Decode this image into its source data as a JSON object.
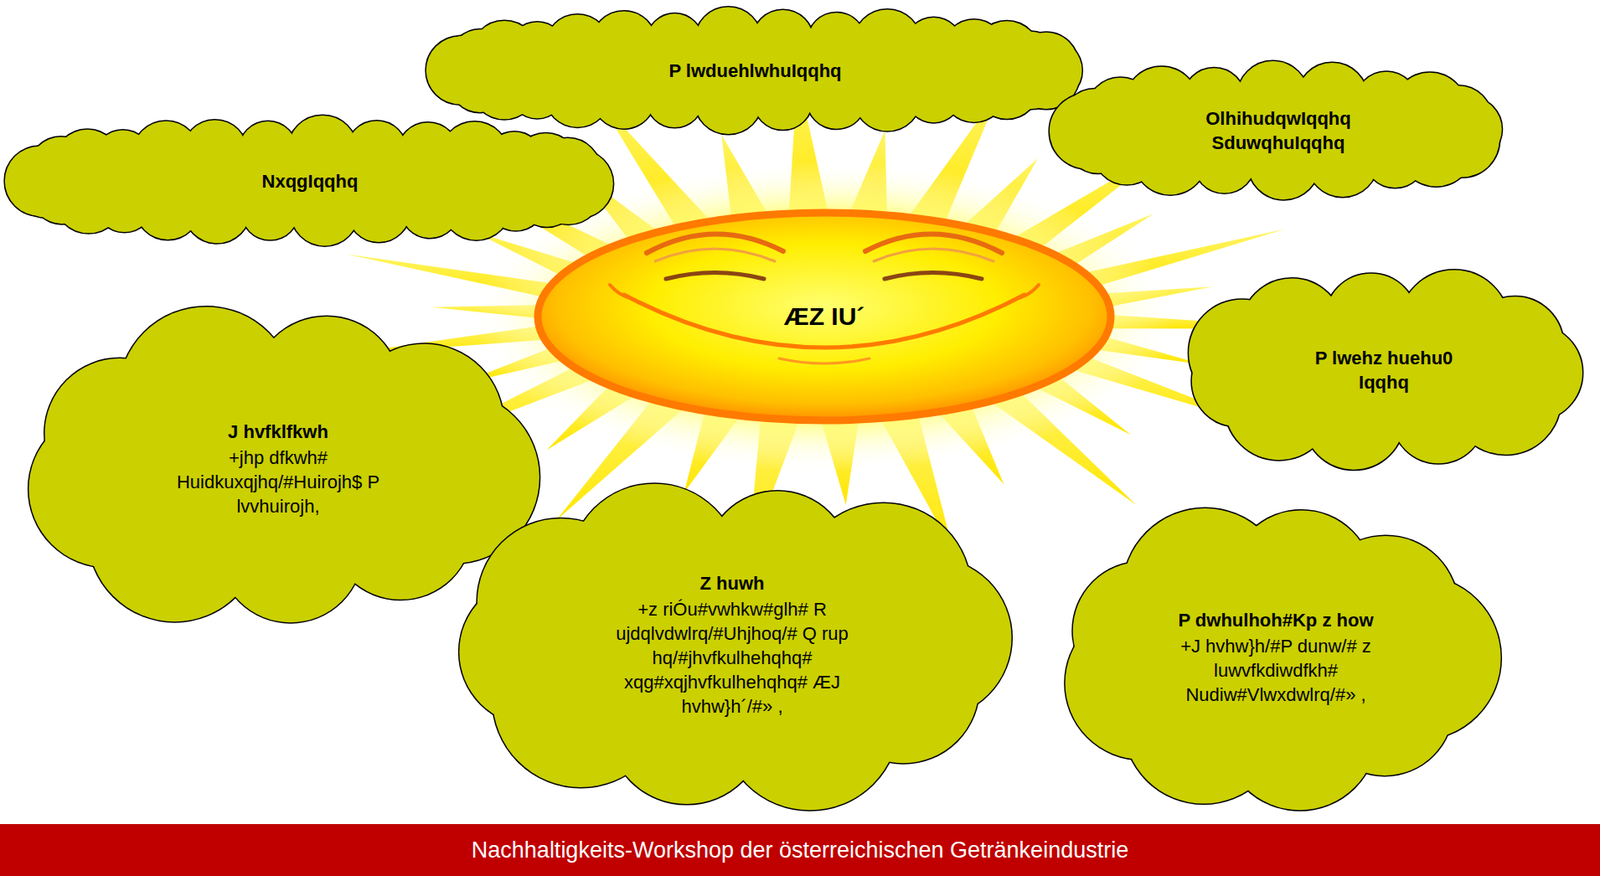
{
  "diagram": {
    "nodes": [
      {
        "text": [
          "P lwduehlwhuIqqhq"
        ]
      },
      {
        "text": [
          "NxqgIqqhq"
        ]
      },
      {
        "text": [
          "OlhihudqwIqqhq SduwqhuIqqhq"
        ]
      },
      {
        "text": [
          "ÆZ IU´"
        ]
      },
      {
        "text": [
          "P lwehz huehu0 Iqqhq"
        ]
      },
      {
        "text": [
          "J hvfklfkwh",
          "+jhp dfkwh# Huidkuxqjhq/#Huirojh$ P lvvhuirojh,"
        ]
      },
      {
        "text": [
          "Z huwh",
          "+z riÓu#vwhkw#glh# R ujdqlvdwlrq/#Uhjhoq/# Q rup hq/#jhvfkulhehqhq# xqg#xqjhvfkulhehqhq# ÆJ hvhw}h´/#» ,"
        ]
      },
      {
        "text": [
          "P dwhulhoh#Kp z how",
          "+J hvhw}h/#P dunw/# z luwvfkdiwdfkh# Nudiw#Vlwxdwlrq/#» ,"
        ]
      }
    ],
    "labels": [
      "Nachhaltigkeits-Workshop der österreichischen Getränkeindustrie"
    ]
  }
}
